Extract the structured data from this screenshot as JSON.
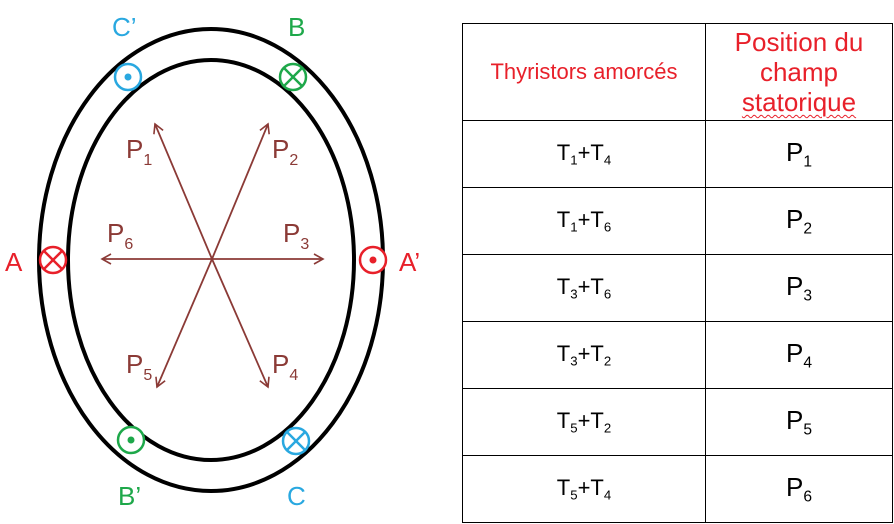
{
  "diagram": {
    "phases": {
      "A": "A",
      "A_prime": "A’",
      "B": "B",
      "B_prime": "B’",
      "C": "C",
      "C_prime": "C’"
    },
    "vectors": [
      {
        "main": "P",
        "sub": "1"
      },
      {
        "main": "P",
        "sub": "2"
      },
      {
        "main": "P",
        "sub": "3"
      },
      {
        "main": "P",
        "sub": "4"
      },
      {
        "main": "P",
        "sub": "5"
      },
      {
        "main": "P",
        "sub": "6"
      }
    ],
    "colors": {
      "phase_A": "#e8202a",
      "phase_B": "#1ea84a",
      "phase_C": "#29a8e0",
      "vectors": "#8b3a36",
      "stator": "#000000"
    }
  },
  "table": {
    "header": {
      "col1": "Thyristors amorcés",
      "col2_line1": "Position du champ",
      "col2_line2": "statorique"
    },
    "rows": [
      {
        "t1": "1",
        "t2": "4",
        "p": "1"
      },
      {
        "t1": "1",
        "t2": "6",
        "p": "2"
      },
      {
        "t1": "3",
        "t2": "6",
        "p": "3"
      },
      {
        "t1": "3",
        "t2": "2",
        "p": "4"
      },
      {
        "t1": "5",
        "t2": "2",
        "p": "5"
      },
      {
        "t1": "5",
        "t2": "4",
        "p": "6"
      }
    ],
    "letter_T": "T",
    "plus": "+",
    "letter_P": "P"
  }
}
